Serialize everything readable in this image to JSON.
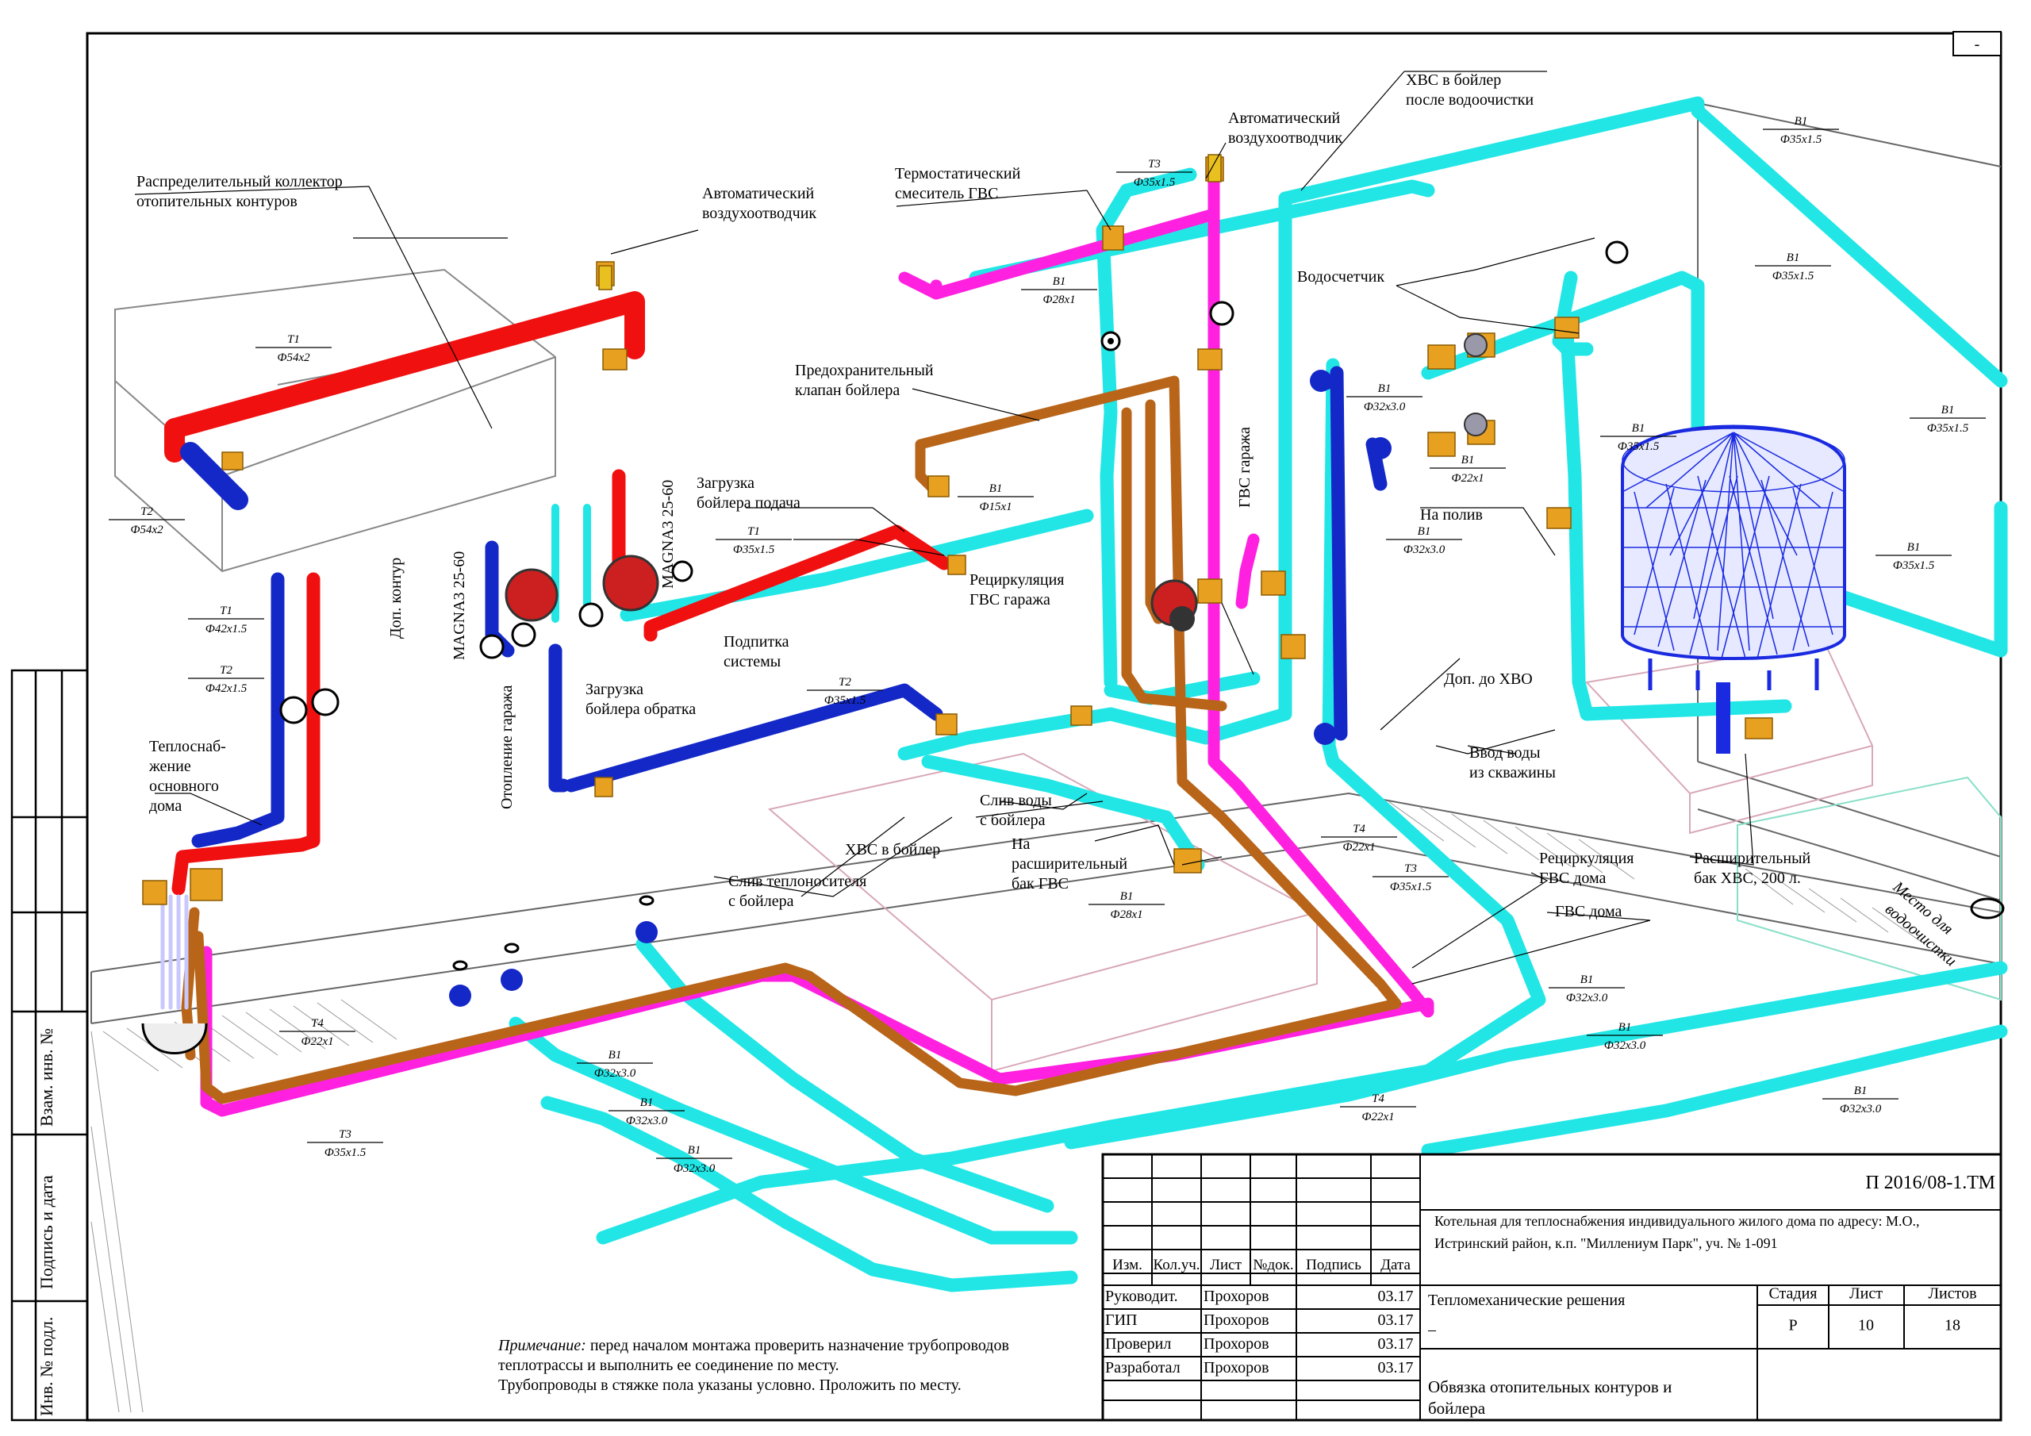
{
  "labels": {
    "collector": [
      "Распределительный коллектор",
      "отопительных контуров"
    ],
    "air_vent_left": [
      "Автоматический",
      "воздухоотводчик"
    ],
    "air_vent_right": [
      "Автоматический",
      "воздухоотводчик"
    ],
    "thermo_mixer": [
      "Термостатический",
      "смеситель ГВС"
    ],
    "cold_water_boiler": [
      "ХВС в бойлер",
      "после водоочистки"
    ],
    "water_meter": "Водосчетчик",
    "safety_valve": [
      "Предохранительный",
      "клапан бойлера"
    ],
    "boiler_load_supply": [
      "Загрузка",
      "бойлера подача"
    ],
    "dop_kontur": "Доп. контур",
    "magna_1": "MAGNA3 25-60",
    "magna_2": "MAGNA3 25-60",
    "recirc_garage": [
      "Рециркуляция",
      "ГВС гаража"
    ],
    "gvs_garage": "ГВС гаража",
    "system_makeup": [
      "Подпитка",
      "системы"
    ],
    "boiler_load_return": [
      "Загрузка",
      "бойлера обратка"
    ],
    "garage_heating": "Отопление гаража",
    "heat_supply_main": [
      "Теплоснаб-",
      "жение",
      "основного",
      "дома"
    ],
    "watering": "На полив",
    "dop_hvo": "Доп. до ХВО",
    "well_input": [
      "Ввод воды",
      "из скважины"
    ],
    "boiler_drain": [
      "Слив воды",
      "с бойлера"
    ],
    "to_exp_tank": [
      "На",
      "расширительный",
      "бак ГВС"
    ],
    "hvs_boiler": "ХВС в бойлер",
    "coolant_drain": [
      "Слив теплоносителя",
      "с бойлера"
    ],
    "recirc_house": [
      "Рециркуляция",
      "ГВС дома"
    ],
    "gvs_house": "ГВС дома",
    "exp_tank_hvs": [
      "Расширительный",
      "бак ХВС, 200 л."
    ],
    "water_treatment_place": [
      "Место для",
      "водоочистки"
    ]
  },
  "pipe_tags": [
    {
      "id": "t1-54",
      "name": "T1",
      "size": "Ф54x2"
    },
    {
      "id": "t2-54",
      "name": "T2",
      "size": "Ф54x2"
    },
    {
      "id": "t1-42",
      "name": "T1",
      "size": "Ф42x1.5"
    },
    {
      "id": "t2-42",
      "name": "T2",
      "size": "Ф42x1.5"
    },
    {
      "id": "t3-35a",
      "name": "T3",
      "size": "Ф35x1.5"
    },
    {
      "id": "b1-28a",
      "name": "B1",
      "size": "Ф28x1"
    },
    {
      "id": "t1-35",
      "name": "T1",
      "size": "Ф35x1.5"
    },
    {
      "id": "b1-15",
      "name": "B1",
      "size": "Ф15x1"
    },
    {
      "id": "t2-35",
      "name": "T2",
      "size": "Ф35x1.5"
    },
    {
      "id": "b1-35a",
      "name": "B1",
      "size": "Ф35x1.5"
    },
    {
      "id": "b1-35b",
      "name": "B1",
      "size": "Ф35x1.5"
    },
    {
      "id": "b1-32a",
      "name": "B1",
      "size": "Ф32x3.0"
    },
    {
      "id": "b1-35c",
      "name": "B1",
      "size": "Ф35x1.5"
    },
    {
      "id": "b1-22",
      "name": "B1",
      "size": "Ф22x1"
    },
    {
      "id": "b1-32b",
      "name": "B1",
      "size": "Ф32x3.0"
    },
    {
      "id": "b1-35d",
      "name": "B1",
      "size": "Ф35x1.5"
    },
    {
      "id": "b1-35e",
      "name": "B1",
      "size": "Ф35x1.5"
    },
    {
      "id": "t4-22a",
      "name": "T4",
      "size": "Ф22x1"
    },
    {
      "id": "t3-35b",
      "name": "T3",
      "size": "Ф35x1.5"
    },
    {
      "id": "b1-28b",
      "name": "B1",
      "size": "Ф28x1"
    },
    {
      "id": "t4-22b",
      "name": "T4",
      "size": "Ф22x1"
    },
    {
      "id": "t3-35c",
      "name": "T3",
      "size": "Ф35x1.5"
    },
    {
      "id": "b1-32c",
      "name": "B1",
      "size": "Ф32x3.0"
    },
    {
      "id": "b1-32d",
      "name": "B1",
      "size": "Ф32x3.0"
    },
    {
      "id": "b1-32e",
      "name": "B1",
      "size": "Ф32x3.0"
    },
    {
      "id": "b1-32f",
      "name": "B1",
      "size": "Ф32x3.0"
    },
    {
      "id": "b1-32g",
      "name": "B1",
      "size": "Ф32x3.0"
    },
    {
      "id": "t4-22c",
      "name": "T4",
      "size": "Ф22x1"
    },
    {
      "id": "b1-32h",
      "name": "B1",
      "size": "Ф32x3.0"
    }
  ],
  "note": {
    "label": "Примечание:",
    "line1": " перед началом монтажа проверить назначение трубопроводов",
    "line2": "теплотрассы и выполнить ее соединение по месту.",
    "line3": "Трубопроводы в стяжке пола указаны условно. Проложить по месту."
  },
  "side_stamp": {
    "vzam": "Взам. инв. №",
    "podpis": "Подпись и дата",
    "inv": "Инв. № подл."
  },
  "title_block": {
    "code": "П 2016/08-1.ТМ",
    "project_line1": "Котельная для теплоснабжения индивидуального жилого дома по адресу: М.О.,",
    "project_line2": "Истринский район, к.п. \"Миллениум Парк\", уч. № 1-091",
    "headers": [
      "Изм.",
      "Кол.уч.",
      "Лист",
      "№док.",
      "Подпись",
      "Дата"
    ],
    "roles": [
      {
        "role": "Руководит.",
        "name": "Прохоров",
        "date": "03.17"
      },
      {
        "role": "ГИП",
        "name": "Прохоров",
        "date": "03.17"
      },
      {
        "role": "Проверил",
        "name": "Прохоров",
        "date": "03.17"
      },
      {
        "role": "Разработал",
        "name": "Прохоров",
        "date": "03.17"
      }
    ],
    "section": "Тепломеханические решения",
    "dash": "–",
    "sheet_title_1": "Обвязка отопительных контуров и",
    "sheet_title_2": "бойлера",
    "stage_h": "Стадия",
    "sheet_h": "Лист",
    "sheets_h": "Листов",
    "stage": "Р",
    "sheet": "10",
    "sheets": "18",
    "corner": "-"
  },
  "colors": {
    "supply": "#f01010",
    "return": "#1428c8",
    "cold": "#22e6e6",
    "hot": "#ff20e0",
    "recirc": "#b8651a",
    "tank": "#1a2ae0",
    "fitting": "#e8a020"
  }
}
